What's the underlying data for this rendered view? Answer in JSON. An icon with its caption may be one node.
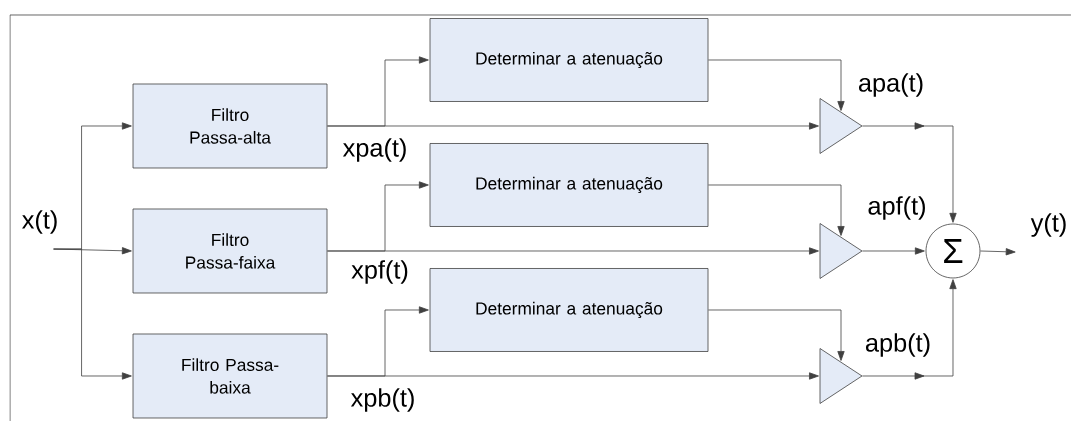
{
  "diagram": {
    "nodes": [
      {
        "text": [
          "Filtro Passa-alta"
        ]
      },
      {
        "text": [
          "Filtro Passa-faixa"
        ]
      },
      {
        "text": [
          "Filtro Passa-baixa"
        ]
      },
      {
        "text": [
          "Determinar a atenuação"
        ]
      },
      {
        "text": [
          "Determinar a atenuação"
        ]
      },
      {
        "text": [
          "Determinar a atenuação"
        ]
      },
      {
        "text": [],
        "shape": "triangle"
      },
      {
        "text": [],
        "shape": "triangle"
      },
      {
        "text": [],
        "shape": "triangle"
      },
      {
        "text": [
          "Σ"
        ]
      },
      {
        "text": [
          "x(t)"
        ]
      },
      {
        "text": [
          "y(t)"
        ]
      }
    ],
    "edges": [
      {
        "from": 10,
        "to": 0,
        "arrow": "to"
      },
      {
        "from": 10,
        "to": 1,
        "arrow": "to"
      },
      {
        "from": 10,
        "to": 2,
        "arrow": "to"
      },
      {
        "from": 0,
        "to": 3,
        "arrow": "to"
      },
      {
        "from": 1,
        "to": 4,
        "arrow": "to"
      },
      {
        "from": 2,
        "to": 5,
        "arrow": "to"
      },
      {
        "from": 0,
        "to": 6,
        "arrow": "to"
      },
      {
        "from": 1,
        "to": 7,
        "arrow": "to"
      },
      {
        "from": 2,
        "to": 8,
        "arrow": "to"
      },
      {
        "from": 3,
        "to": 6,
        "arrow": "to"
      },
      {
        "from": 4,
        "to": 7,
        "arrow": "to"
      },
      {
        "from": 5,
        "to": 8,
        "arrow": "to"
      },
      {
        "from": 6,
        "to": 9,
        "arrow": "to"
      },
      {
        "from": 7,
        "to": 9,
        "arrow": "to"
      },
      {
        "from": 8,
        "to": 9,
        "arrow": "to"
      },
      {
        "from": 9,
        "to": 11,
        "arrow": "to"
      }
    ],
    "labels": [
      "xpa(t)",
      "apa(t)",
      "xpf(t)",
      "apf(t)",
      "xpb(t)",
      "apb(t)"
    ]
  }
}
